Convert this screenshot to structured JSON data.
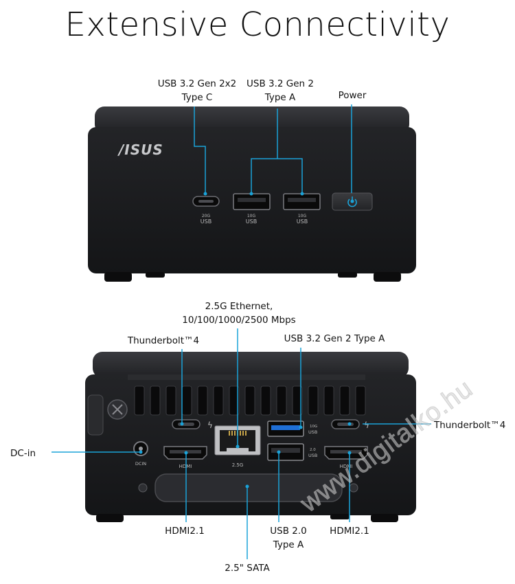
{
  "title": "Extensive Connectivity",
  "brand": {
    "logo_text": "/ISUS"
  },
  "front": {
    "labels": {
      "usb_c_line1": "USB 3.2 Gen 2x2",
      "usb_c_line2": "Type C",
      "usb_a_line1": "USB 3.2 Gen 2",
      "usb_a_line2": "Type A",
      "power": "Power"
    },
    "port_marks": {
      "usb_c_speed": "20G",
      "usb_c_name": "USB",
      "usb_a_speed": "10G",
      "usb_a_name": "USB"
    }
  },
  "rear": {
    "labels": {
      "ethernet_line1": "2.5G Ethernet,",
      "ethernet_line2": "10/100/1000/2500 Mbps",
      "thunderbolt_left": "Thunderbolt™4",
      "usb32_rear": "USB 3.2 Gen 2 Type A",
      "thunderbolt_right": "Thunderbolt™4",
      "dc_in": "DC-in",
      "hdmi_left": "HDMI2.1",
      "usb20_line1": "USB 2.0",
      "usb20_line2": "Type A",
      "hdmi_right": "HDMI2.1",
      "sata": "2.5\" SATA"
    },
    "port_marks": {
      "dcin": "DCIN",
      "hdmi": "HDMI",
      "eth_speed": "2.5G",
      "usb_speed": "10G",
      "usb_name": "USB",
      "usb20_speed": "2.0",
      "usb20_name": "USB"
    }
  },
  "watermark": "www.digitalko.hu",
  "colors": {
    "callout": "#1aa3d9",
    "chassis": "#1b1c1e",
    "chassis_top": "#2a2b2e",
    "usb_blue": "#1f6fd6"
  }
}
